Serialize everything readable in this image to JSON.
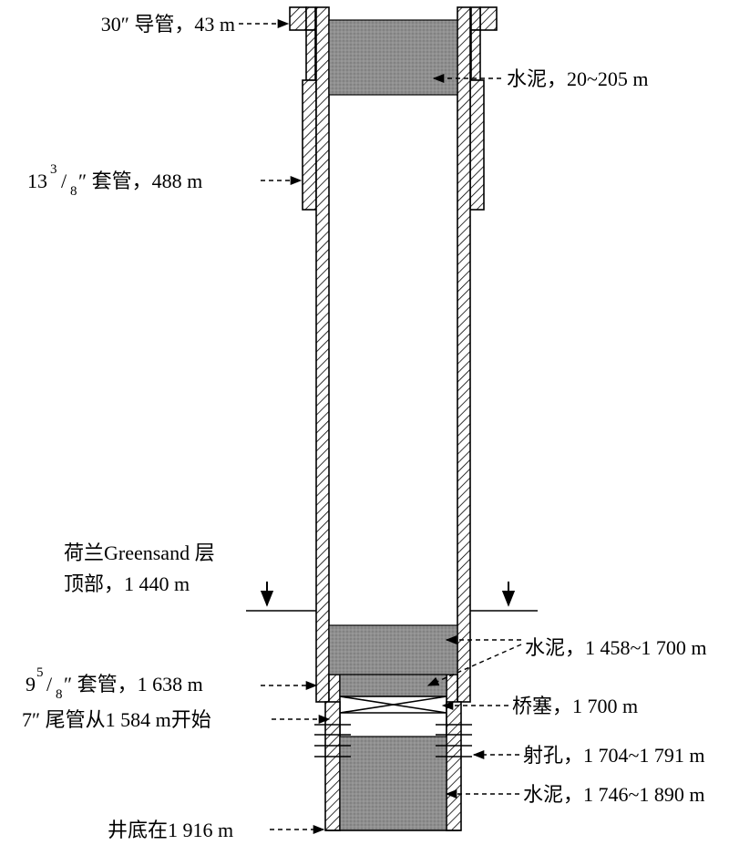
{
  "labels": {
    "conductor": "30″ 导管，43 m",
    "cement_top": "水泥，20~205 m",
    "casing_13_whole": "13",
    "casing_13_num": "3",
    "casing_13_den": "8",
    "casing_13_rest": "″ 套管，488 m",
    "greensand_line1": "荷兰Greensand 层",
    "greensand_line2": "顶部，1 440 m",
    "cement_mid": "水泥，1 458~1 700 m",
    "casing_9_whole": "9",
    "casing_9_num": "5",
    "casing_9_den": "8",
    "casing_9_rest": "″ 套管，1 638 m",
    "liner": "7″ 尾管从1 584 m开始",
    "bridge_plug": "桥塞，1 700 m",
    "perforation": "射孔，1 704~1 791 m",
    "cement_bottom": "水泥，1 746~1 890 m",
    "well_bottom": "井底在1 916 m"
  },
  "colors": {
    "cement": "#8f8f8f",
    "line": "#000000",
    "background": "#ffffff"
  }
}
